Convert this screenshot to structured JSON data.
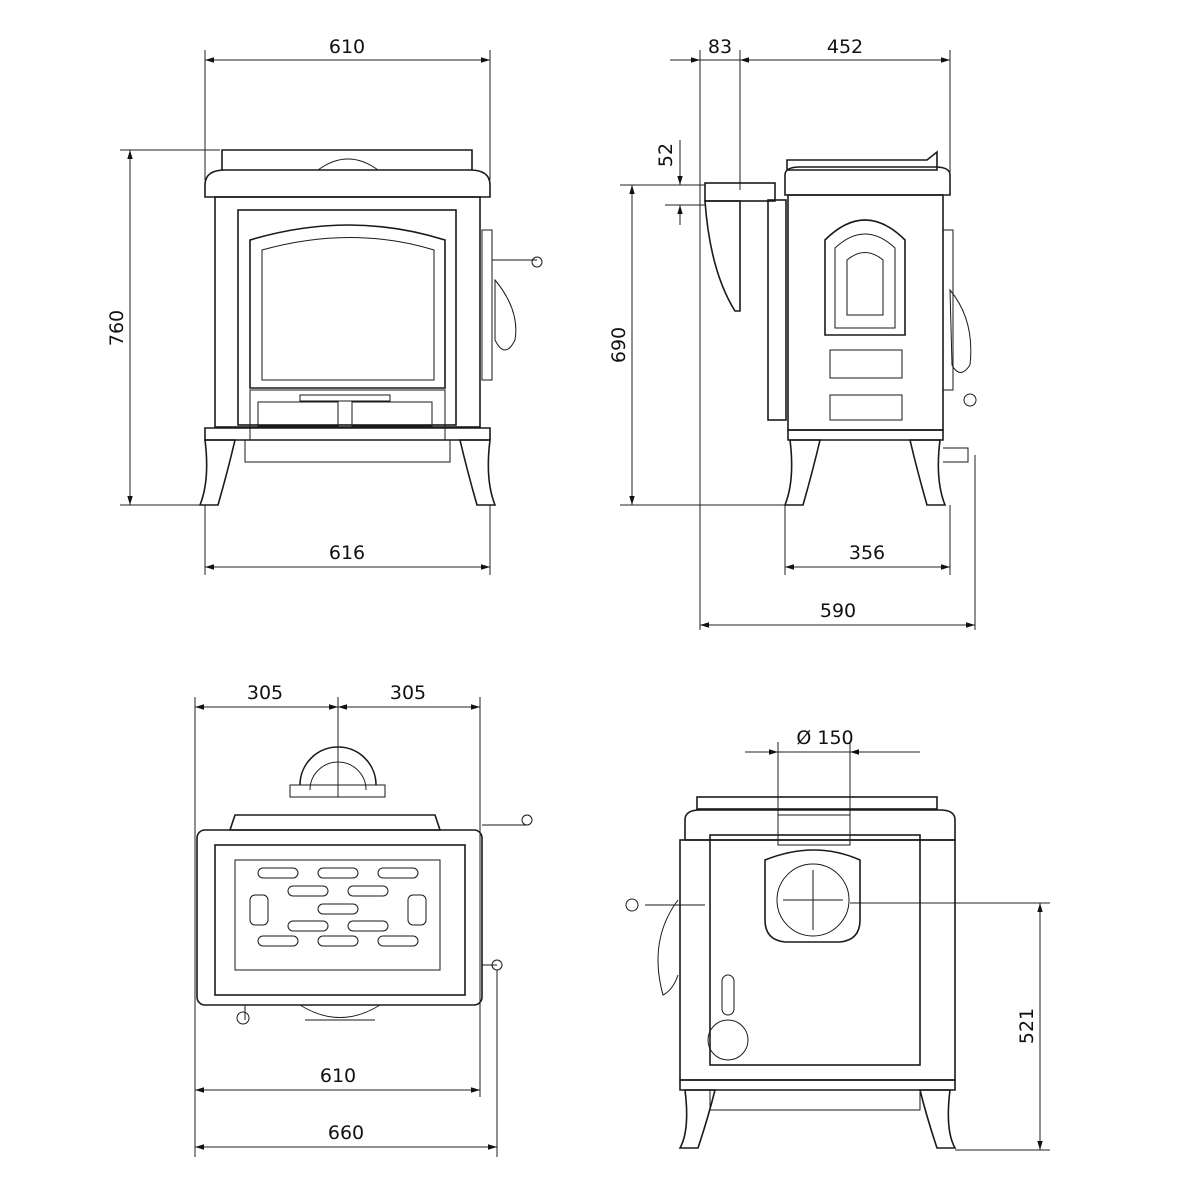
{
  "title": "Stove dimension drawing",
  "views": {
    "front": {
      "width_top": "610",
      "height": "760",
      "width_bottom": "616"
    },
    "side": {
      "flue_offset": "83",
      "depth_top": "452",
      "flue_drop": "52",
      "height": "690",
      "leg_depth": "356",
      "depth_total": "590"
    },
    "top": {
      "half_left": "305",
      "half_right": "305",
      "width": "610",
      "width_total": "660"
    },
    "rear": {
      "flue_diameter": "Ø 150",
      "flue_height": "521"
    }
  }
}
